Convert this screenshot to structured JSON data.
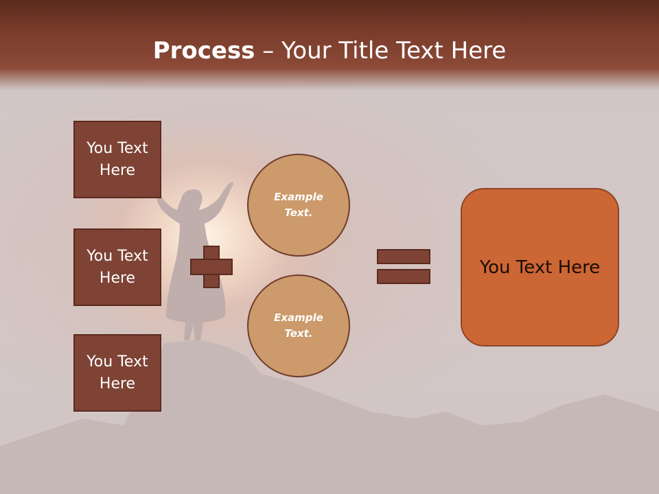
{
  "title": {
    "strong": "Process",
    "rest": " – Your Title Text Here"
  },
  "boxes": [
    {
      "label": "You Text Here"
    },
    {
      "label": "You Text Here"
    },
    {
      "label": "You Text Here"
    }
  ],
  "circles": [
    {
      "label": "Example Text."
    },
    {
      "label": "Example Text."
    }
  ],
  "result": {
    "label": "You Text Here"
  },
  "colors": {
    "header": "#7a3c2b",
    "box": "#7e4335",
    "circle": "#cc9a6b",
    "result": "#cc6634",
    "background": "#d0c6c6"
  }
}
